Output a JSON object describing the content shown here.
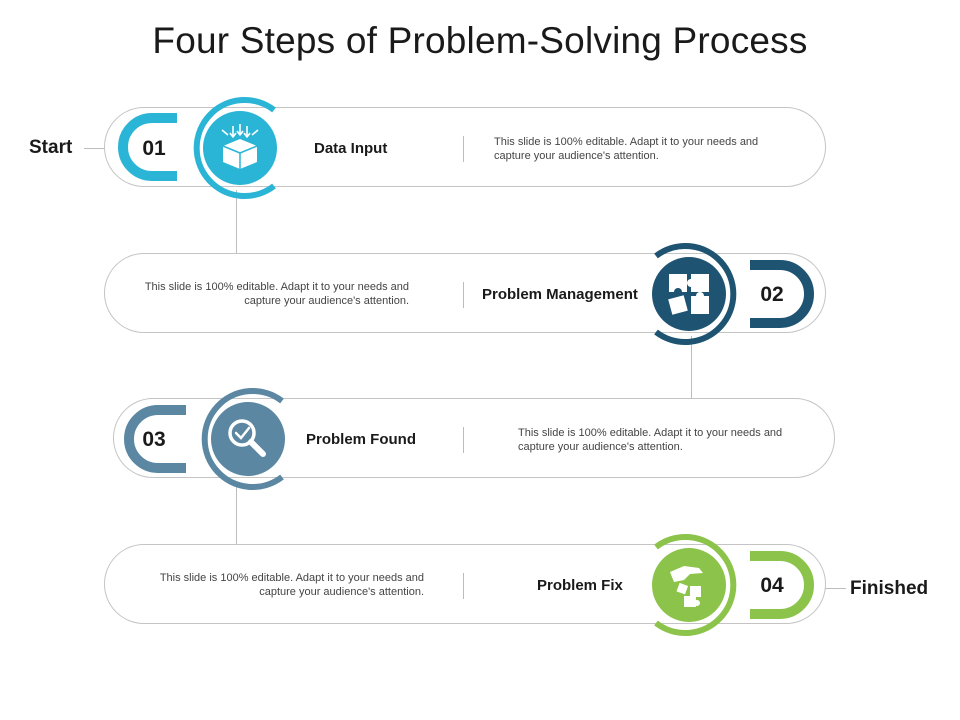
{
  "title": "Four Steps of Problem-Solving Process",
  "start_label": "Start",
  "end_label": "Finished",
  "steps": [
    {
      "number": "01",
      "label": "Data Input",
      "description": "This slide is 100% editable. Adapt it to your needs and capture your audience's attention.",
      "color": "#2ab5d6",
      "icon": "box-inbox-icon"
    },
    {
      "number": "02",
      "label": "Problem Management",
      "description": "This slide is 100% editable. Adapt it to your needs and capture your audience's attention.",
      "color": "#1e5472",
      "icon": "puzzle-icon"
    },
    {
      "number": "03",
      "label": "Problem Found",
      "description": "This slide is 100% editable. Adapt it to your needs and capture your audience's attention.",
      "color": "#5b87a2",
      "icon": "magnifier-check-icon"
    },
    {
      "number": "04",
      "label": "Problem Fix",
      "description": "This slide is 100% editable. Adapt it to your needs and capture your audience's attention.",
      "color": "#8cc34a",
      "icon": "hand-puzzle-icon"
    }
  ]
}
